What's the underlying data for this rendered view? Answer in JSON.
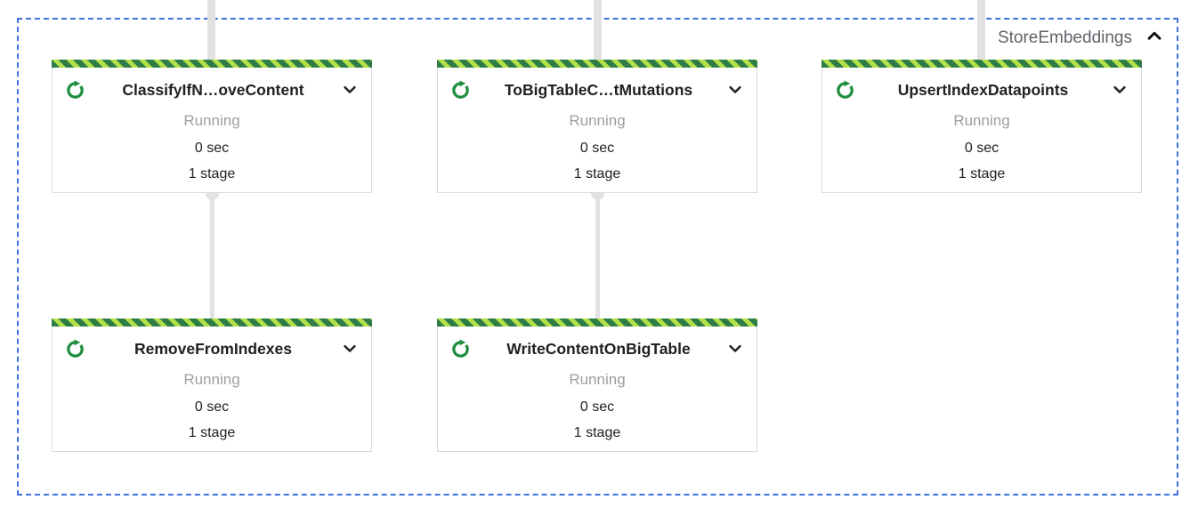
{
  "group": {
    "label": "StoreEmbeddings",
    "collapse_icon": "chevron-up"
  },
  "nodes": [
    {
      "title": "ClassifyIfN…oveContent",
      "status": "Running",
      "duration": "0 sec",
      "stages": "1 stage"
    },
    {
      "title": "ToBigTableC…tMutations",
      "status": "Running",
      "duration": "0 sec",
      "stages": "1 stage"
    },
    {
      "title": "UpsertIndexDatapoints",
      "status": "Running",
      "duration": "0 sec",
      "stages": "1 stage"
    },
    {
      "title": "RemoveFromIndexes",
      "status": "Running",
      "duration": "0 sec",
      "stages": "1 stage"
    },
    {
      "title": "WriteContentOnBigTable",
      "status": "Running",
      "duration": "0 sec",
      "stages": "1 stage"
    }
  ],
  "colors": {
    "stripe_light": "#b2e049",
    "stripe_dark": "#2f7d46",
    "running_icon_green": "#1e8e3e",
    "connector_gray": "#e2e2e2",
    "region_border_blue": "#4372e0",
    "status_gray": "#9e9e9e",
    "text_dark": "#202124",
    "group_label_gray": "#5f6368"
  }
}
